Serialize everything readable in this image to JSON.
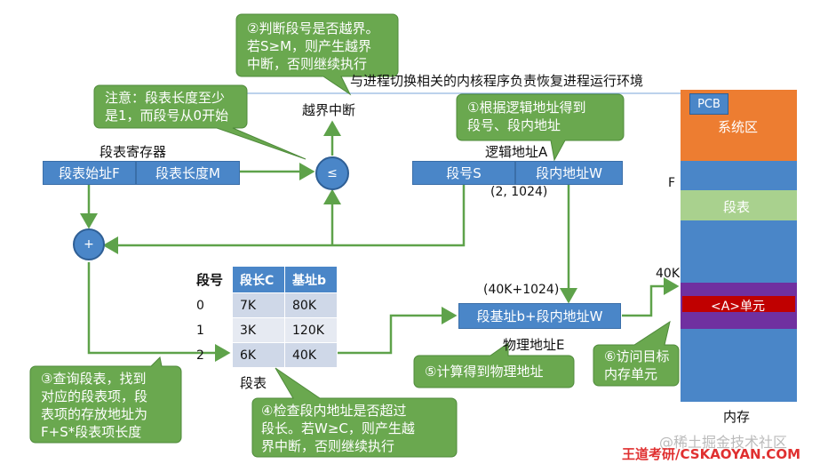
{
  "top_title": "与进程切换相关的内核程序负责恢复进程运行环境",
  "interrupt_label": "越界中断",
  "seg_register": {
    "label": "段表寄存器",
    "start_field": "段表始址F",
    "length_field": "段表长度M"
  },
  "compare_symbol": "≤",
  "add_symbol": "+",
  "logical_address": {
    "label": "逻辑地址A",
    "seg_field": "段号S",
    "offset_field": "段内地址W",
    "value": "(2, 1024)"
  },
  "physical_address": {
    "value": "(40K+1024)",
    "box": "段基址b+段内地址W",
    "label": "物理地址E"
  },
  "segment_table": {
    "headers": [
      "段号",
      "段长C",
      "基址b"
    ],
    "rows": [
      {
        "seg": "0",
        "len": "7K",
        "base": "80K"
      },
      {
        "seg": "1",
        "len": "3K",
        "base": "120K"
      },
      {
        "seg": "2",
        "len": "6K",
        "base": "40K"
      }
    ],
    "caption": "段表"
  },
  "memory": {
    "pcb": "PCB",
    "system_area": "系统区",
    "f_label": "F",
    "seg_table": "段表",
    "k40_label": "40K",
    "unit": "<A>单元",
    "caption": "内存"
  },
  "callouts": {
    "step2": "②判断段号是否越界。\n若S≥M，则产生越界\n中断，否则继续执行",
    "note": "注意：段表长度至少\n是1，而段号从0开始",
    "step1": "①根据逻辑地址得到\n段号、段内地址",
    "step3": "③查询段表，找到\n对应的段表项，段\n表项的存放地址为\nF+S*段表项长度",
    "step4": "④检查段内地址是否超过\n段长。若W≥C，则产生越\n界中断，否则继续执行",
    "step5": "⑤计算得到物理地址",
    "step6": "⑥访问目标\n内存单元"
  },
  "watermark": "@稀土掘金技术社区",
  "brand": "王道考研/CSKAOYAN.COM",
  "colors": {
    "blue_box": "#4a86c8",
    "callout_green": "#6aa84f",
    "orange": "#ed7d31",
    "light_green": "#a9d18e",
    "purple": "#7030a0",
    "red": "#c00000",
    "brand_red": "#e03030"
  }
}
